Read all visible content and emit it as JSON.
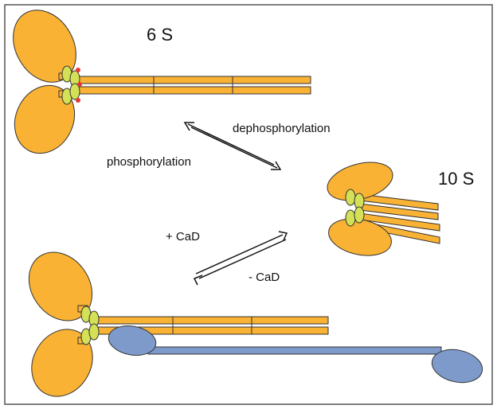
{
  "labels": {
    "state_6s": "6 S",
    "state_10s": "10 S",
    "dephosphorylation": "dephosphorylation",
    "phosphorylation": "phosphorylation",
    "plus_cad": "+ CaD",
    "minus_cad": "- CaD"
  },
  "colors": {
    "head": "#F9B233",
    "rod": "#F9B233",
    "light_chain": "#D4E157",
    "phospho_dot": "#E53935",
    "caldesmon": "#7E9ACB",
    "outline": "#333333",
    "frame": "#555555"
  }
}
